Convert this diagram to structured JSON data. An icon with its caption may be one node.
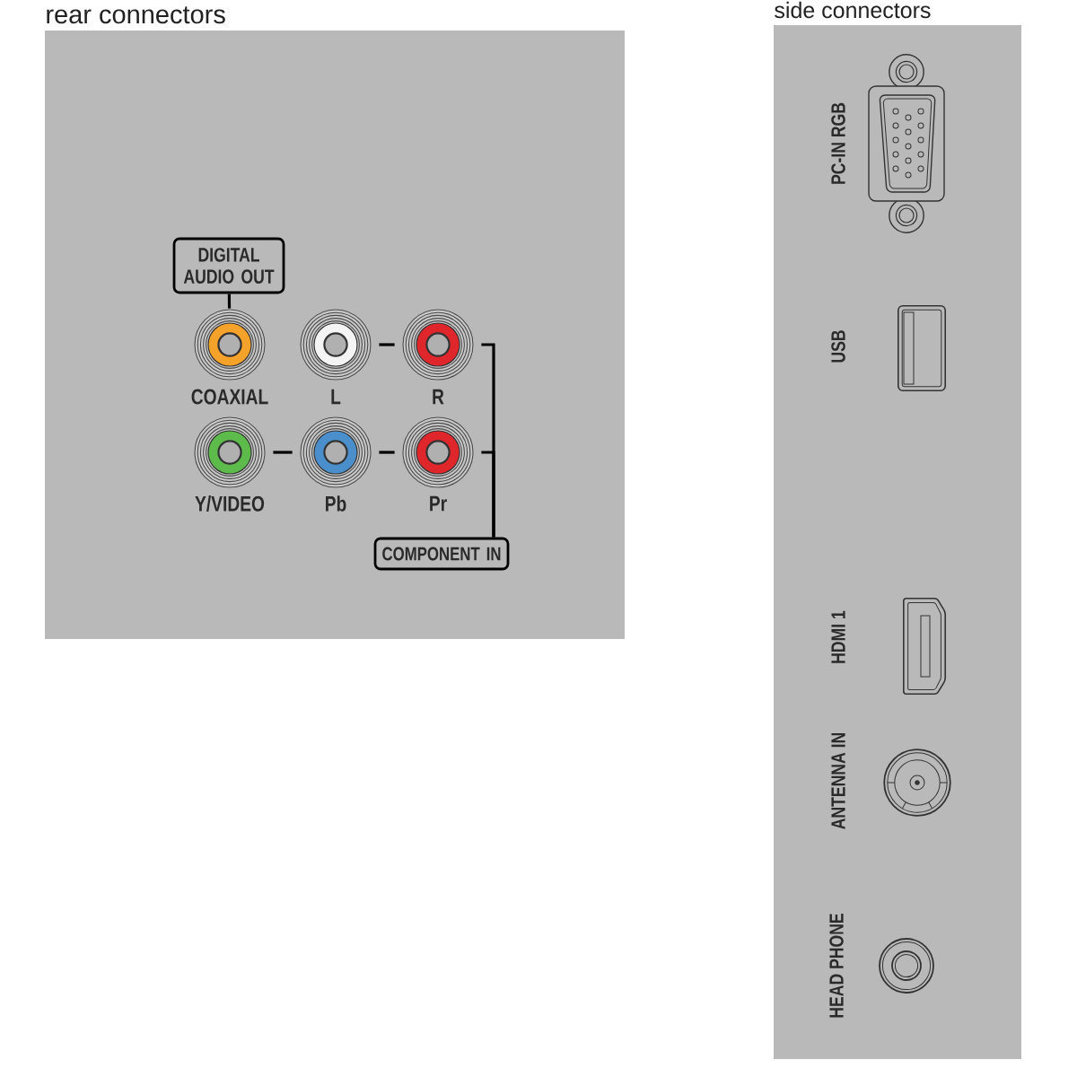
{
  "diagram": {
    "nodes": [
      {
        "text": [
          "rear connectors"
        ]
      },
      {
        "text": [
          "DIGITAL AUDIO OUT"
        ],
        "in": 0
      },
      {
        "text": [],
        "shape": "picture",
        "beside": [
          "COAXIAL"
        ],
        "in": 0
      },
      {
        "text": [],
        "shape": "picture",
        "beside": [
          "L"
        ],
        "in": 0
      },
      {
        "text": [],
        "shape": "picture",
        "beside": [
          "R"
        ],
        "in": 0
      },
      {
        "text": [],
        "shape": "picture",
        "beside": [
          "Y/VIDEO"
        ],
        "in": 0
      },
      {
        "text": [],
        "shape": "picture",
        "beside": [
          "Pb"
        ],
        "in": 0
      },
      {
        "text": [],
        "shape": "picture",
        "beside": [
          "Pr"
        ],
        "in": 0
      },
      {
        "text": [
          "COMPONENT IN"
        ],
        "in": 0
      },
      {
        "text": [
          "side connectors"
        ]
      },
      {
        "text": [],
        "shape": "picture",
        "beside": [
          "PC-IN RGB"
        ],
        "in": 9
      },
      {
        "text": [],
        "shape": "picture",
        "beside": [
          "USB"
        ],
        "in": 9
      },
      {
        "text": [],
        "shape": "picture",
        "beside": [
          "HDMI 1"
        ],
        "in": 9
      },
      {
        "text": [],
        "shape": "picture",
        "beside": [
          "ANTENNA IN"
        ],
        "in": 9
      },
      {
        "text": [],
        "shape": "picture",
        "beside": [
          "HEAD PHONE"
        ],
        "in": 9
      }
    ],
    "edges": [
      {
        "from": 1,
        "to": 2,
        "arrow": "none"
      },
      {
        "from": 3,
        "to": 4,
        "arrow": "none"
      },
      {
        "from": 5,
        "to": 6,
        "arrow": "none"
      },
      {
        "from": 6,
        "to": 7,
        "arrow": "none"
      },
      {
        "from": 4,
        "to": 8,
        "arrow": "none"
      },
      {
        "from": 7,
        "to": 8,
        "arrow": "none"
      }
    ]
  }
}
